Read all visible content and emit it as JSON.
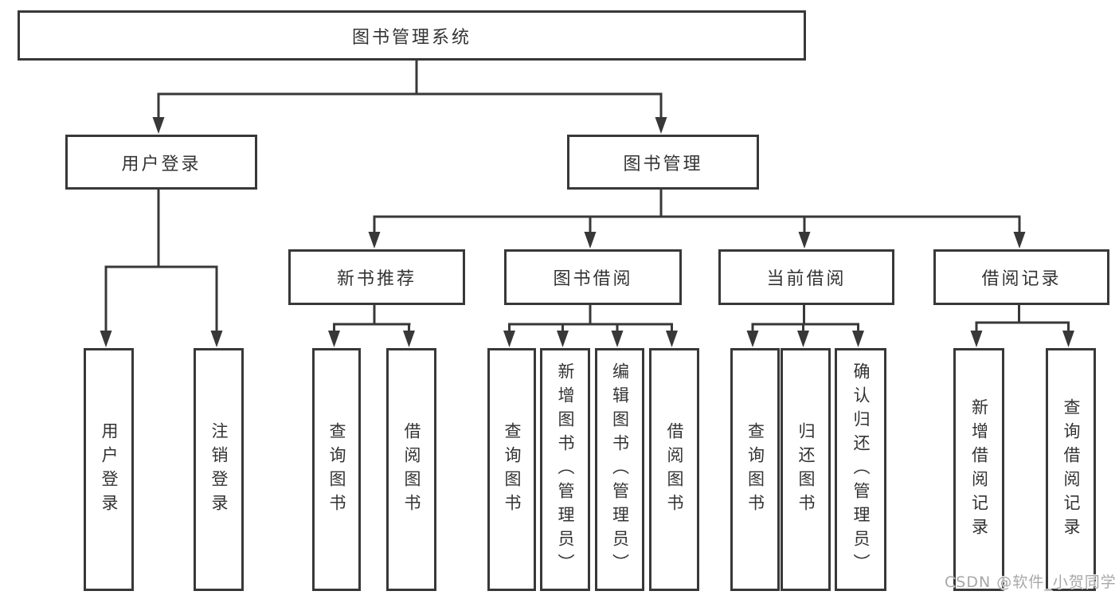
{
  "title": "图书管理系统",
  "watermark": "CSDN @软件_小贺同学",
  "colors": {
    "line": "#383838",
    "text": "#333333",
    "background": "#ffffff",
    "watermark": "#a8a8a8"
  },
  "tree": {
    "root": "图书管理系统",
    "branches": [
      {
        "label": "用户登录",
        "children": [
          {
            "label": "用户登录"
          },
          {
            "label": "注销登录"
          }
        ]
      },
      {
        "label": "图书管理",
        "children": [
          {
            "label": "新书推荐",
            "children": [
              {
                "label": "查询图书"
              },
              {
                "label": "借阅图书"
              }
            ]
          },
          {
            "label": "图书借阅",
            "children": [
              {
                "label": "查询图书"
              },
              {
                "label": "新增图书（管理员）"
              },
              {
                "label": "编辑图书（管理员）"
              },
              {
                "label": "借阅图书"
              }
            ]
          },
          {
            "label": "当前借阅",
            "children": [
              {
                "label": "查询图书"
              },
              {
                "label": "归还图书"
              },
              {
                "label": "确认归还（管理员）"
              }
            ]
          },
          {
            "label": "借阅记录",
            "children": [
              {
                "label": "新增借阅记录"
              },
              {
                "label": "查询借阅记录"
              }
            ]
          }
        ]
      }
    ]
  }
}
